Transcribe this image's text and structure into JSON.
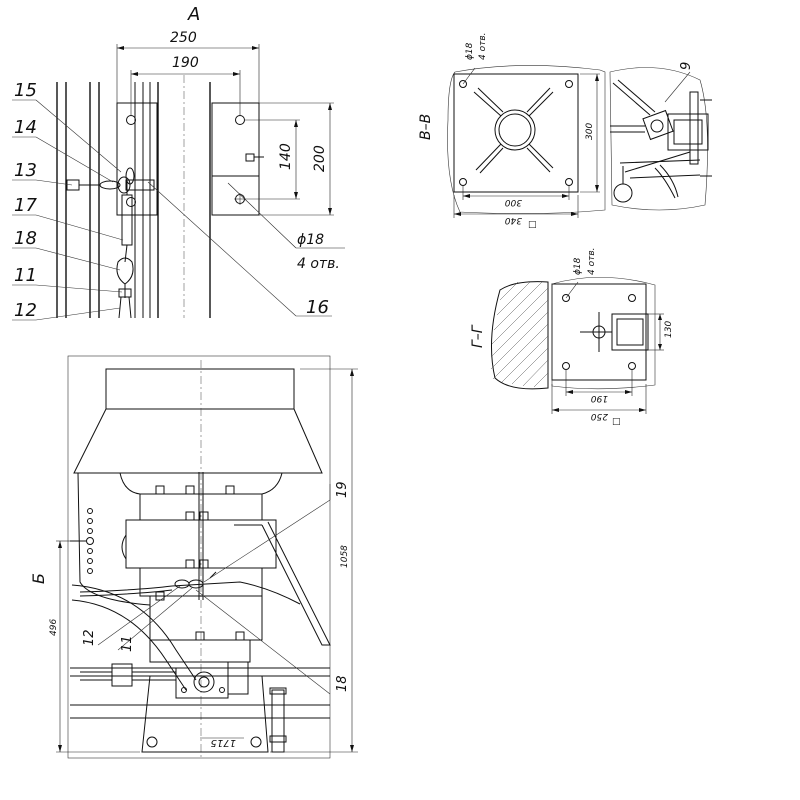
{
  "views": {
    "a_title": "А",
    "b_title": "Б",
    "vv_title": "В–В",
    "gg_title": "Г–Г"
  },
  "view_a": {
    "dim_250": "250",
    "dim_190": "190",
    "dim_140": "140",
    "dim_200": "200",
    "hole_dia": "ϕ18",
    "hole_count": "4 отв."
  },
  "view_b": {
    "dim_1058": "1058",
    "dim_496": "496",
    "dim_1715": "1715"
  },
  "view_vv": {
    "hole_dia": "ϕ18",
    "hole_count": "4 отв.",
    "dim_300_side": "300",
    "dim_300_bottom": "300",
    "dim_340": "340",
    "square_sym": "□"
  },
  "view_gg": {
    "hole_dia": "ϕ18",
    "hole_count": "4 отв.",
    "dim_130": "130",
    "dim_190": "190",
    "dim_250": "250",
    "square_sym": "□"
  },
  "callouts": {
    "c15": "15",
    "c14": "14",
    "c13": "13",
    "c17": "17",
    "c18": "18",
    "c11": "11",
    "c12": "12",
    "c16": "16",
    "c9": "9",
    "c19": "19",
    "c12b": "12",
    "c11b": "11",
    "c18b": "18"
  }
}
